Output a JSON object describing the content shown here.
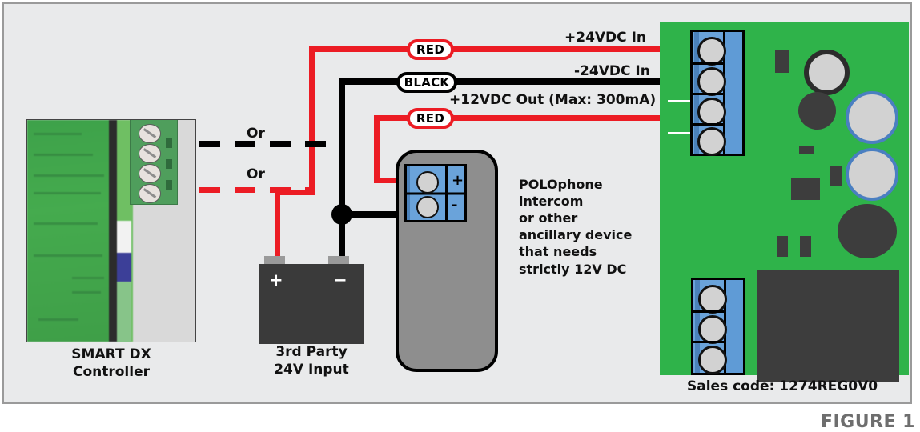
{
  "figure": {
    "label": "FIGURE 1"
  },
  "wire_tags": {
    "red_24v": "RED",
    "black_24v": "BLACK",
    "red_12v": "RED"
  },
  "terminal_labels": {
    "plus_24_in": "+24VDC In",
    "minus_24_in": "-24VDC In",
    "plus_12_out": "+12VDC Out (Max: 300mA)"
  },
  "or_labels": {
    "black_or": "Or",
    "red_or": "Or"
  },
  "devices": {
    "controller": {
      "caption_line1": "SMART DX",
      "caption_line2": "Controller"
    },
    "battery": {
      "caption_line1": "3rd Party",
      "caption_line2": "24V Input",
      "plus": "+",
      "minus": "−"
    },
    "intercom": {
      "description": "POLOphone\nintercom\nor other\nancillary device\nthat needs\nstrictly 12V DC",
      "terminal_plus": "+",
      "terminal_minus": "-"
    },
    "pcb": {
      "sales_code": "Sales code: 1274REG0V0"
    }
  },
  "colors": {
    "wire_red": "#ec1c24",
    "wire_black": "#000000",
    "pcb_green": "#2fb34a",
    "terminal_blue": "#6aa3da",
    "panel_bg": "#e9eaeb",
    "figure_gray": "#6e6e6e",
    "battery_body": "#3a3a3a",
    "intercom_body": "#8e8e8e"
  }
}
